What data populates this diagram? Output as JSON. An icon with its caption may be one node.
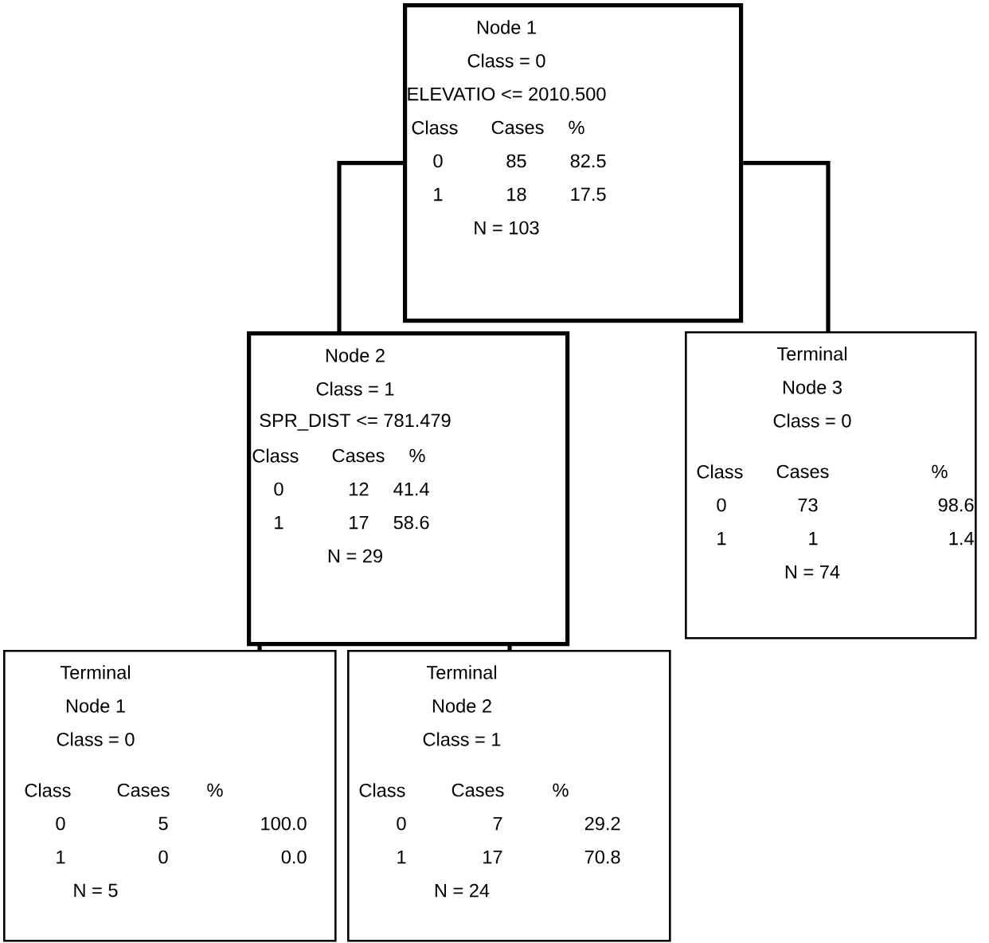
{
  "diagram": {
    "nodes": [
      {
        "text": [
          "Node 1",
          "Class = 0",
          "ELEVATIO <= 2010.500",
          "Class",
          "Cases",
          "%",
          "0",
          "85",
          "82.5",
          "1",
          "18",
          "17.5",
          "N = 103"
        ]
      },
      {
        "text": [
          "Node 2",
          "Class = 1",
          "SPR_DIST <= 781.479",
          "Class",
          "Cases",
          "%",
          "0",
          "12",
          "41.4",
          "1",
          "17",
          "58.6",
          "N = 29"
        ]
      },
      {
        "text": [
          "Terminal",
          "Node 3",
          "Class = 0",
          "Class",
          "Cases",
          "%",
          "0",
          "73",
          "98.6",
          "1",
          "1",
          "1.4",
          "N = 74"
        ]
      },
      {
        "text": [
          "Terminal",
          "Node 1",
          "Class = 0",
          "Class",
          "Cases",
          "%",
          "0",
          "5",
          "100.0",
          "1",
          "0",
          "0.0",
          "N = 5"
        ]
      },
      {
        "text": [
          "Terminal",
          "Node 2",
          "Class = 1",
          "Class",
          "Cases",
          "%",
          "0",
          "7",
          "29.2",
          "1",
          "17",
          "70.8",
          "N = 24"
        ]
      }
    ],
    "edges": [
      {
        "from": 0,
        "to": 1,
        "arrow": "none"
      },
      {
        "from": 0,
        "to": 2,
        "arrow": "none"
      },
      {
        "from": 1,
        "to": 3,
        "arrow": "none"
      },
      {
        "from": 1,
        "to": 4,
        "arrow": "none"
      }
    ]
  }
}
